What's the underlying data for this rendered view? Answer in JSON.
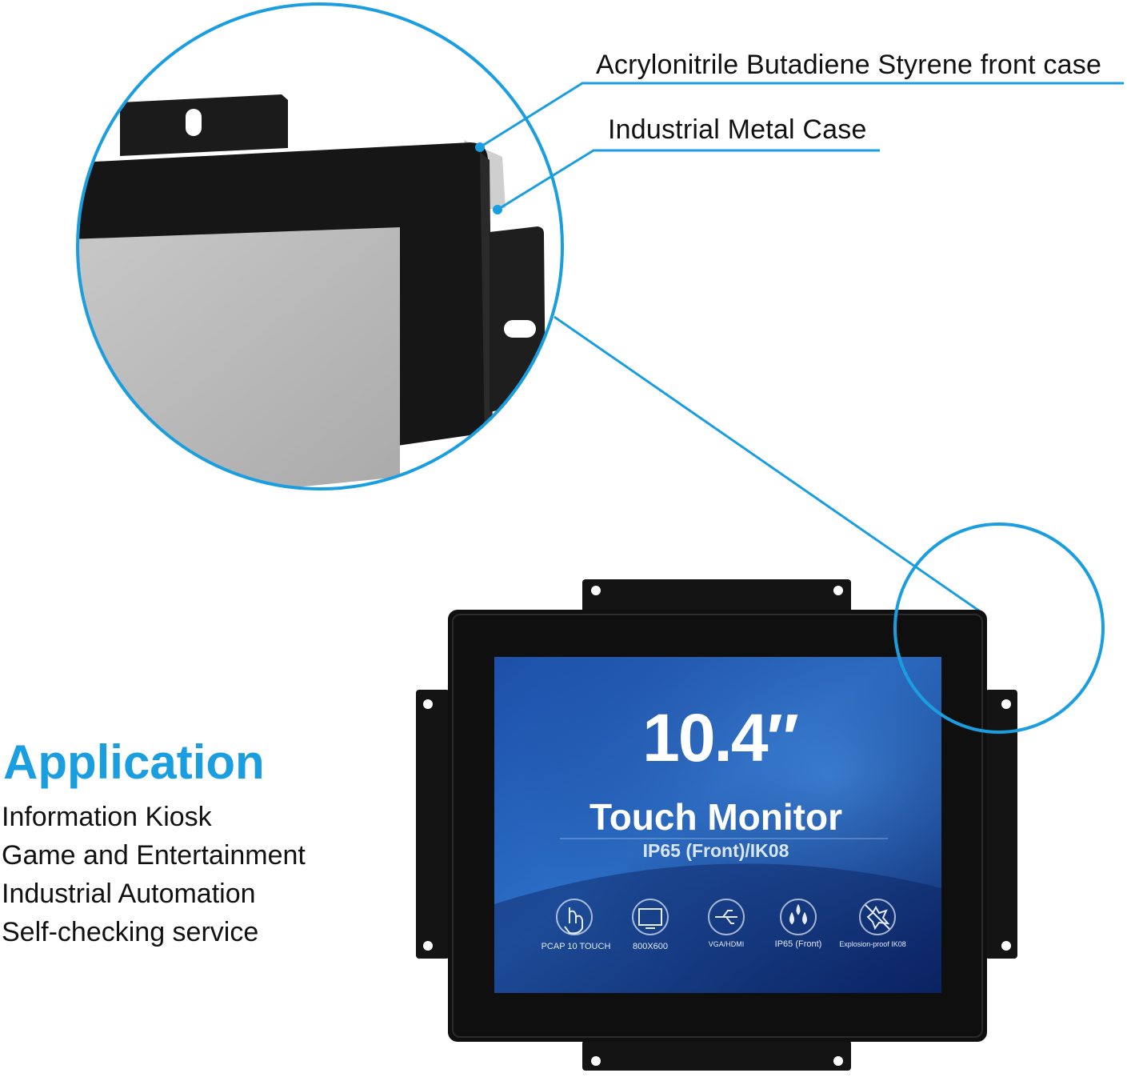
{
  "callouts": {
    "front_case": "Acrylonitrile Butadiene Styrene front case",
    "metal_case": "Industrial Metal Case"
  },
  "application": {
    "heading": "Application",
    "items": [
      "Information Kiosk",
      "Game and Entertainment",
      "Industrial Automation",
      "Self-checking service"
    ]
  },
  "screen": {
    "size": "10.4″",
    "title": "Touch Monitor",
    "subtitle": "IP65 (Front)/IK08",
    "features": [
      {
        "label": "PCAP 10 TOUCH",
        "icon": "touch-hand-icon"
      },
      {
        "label": "800X600",
        "icon": "ppi-monitor-icon"
      },
      {
        "label": "VGA/HDMI",
        "icon": "usb-connector-icon"
      },
      {
        "label": "IP65 (Front)",
        "icon": "water-drops-icon"
      },
      {
        "label": "Explosion-proof  IK08",
        "icon": "explosion-proof-icon"
      }
    ]
  },
  "colors": {
    "accent": "#1a9ee0",
    "bezel": "#111111",
    "screen_deep": "#0e2a6e",
    "screen_light": "#2c6fc8"
  }
}
